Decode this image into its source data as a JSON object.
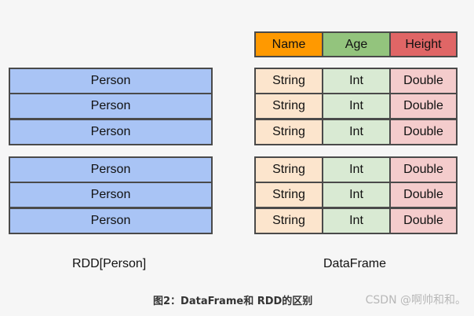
{
  "rdd": {
    "rows": [
      "Person",
      "Person",
      "Person",
      "Person",
      "Person",
      "Person"
    ],
    "label": "RDD[Person]"
  },
  "dataframe": {
    "headers": [
      "Name",
      "Age",
      "Height"
    ],
    "rows": [
      [
        "String",
        "Int",
        "Double"
      ],
      [
        "String",
        "Int",
        "Double"
      ],
      [
        "String",
        "Int",
        "Double"
      ],
      [
        "String",
        "Int",
        "Double"
      ],
      [
        "String",
        "Int",
        "Double"
      ],
      [
        "String",
        "Int",
        "Double"
      ]
    ],
    "label": "DataFrame"
  },
  "caption": "图2：DataFrame和 RDD的区别",
  "watermark": "CSDN @啊帅和和。",
  "colors": {
    "rdd_fill": "#a9c4f5",
    "name_header": "#ff9900",
    "age_header": "#93c47d",
    "height_header": "#e06666",
    "string_fill": "#fce5cd",
    "int_fill": "#d9ead3",
    "double_fill": "#f4cccc",
    "border": "#4a4a4a"
  }
}
